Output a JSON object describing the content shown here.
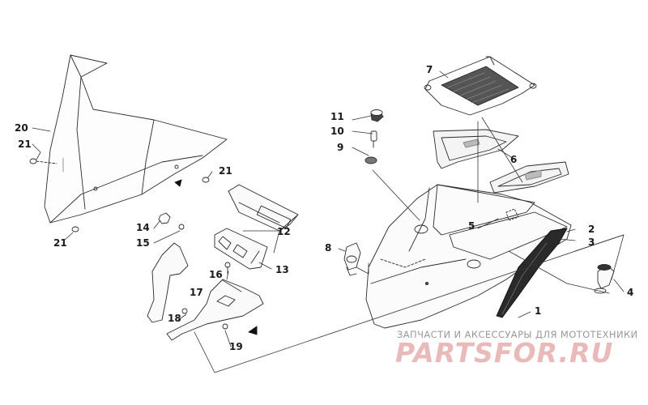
{
  "diagram": {
    "callouts": [
      "1",
      "2",
      "3",
      "4",
      "5",
      "6",
      "7",
      "8",
      "9",
      "10",
      "11",
      "12",
      "13",
      "14",
      "15",
      "16",
      "17",
      "18",
      "19",
      "20",
      "21",
      "21",
      "21",
      "21"
    ]
  },
  "watermark": {
    "caption": "ЗАПЧАСТИ И АКСЕССУАРЫ ДЛЯ МОТОТЕХНИКИ",
    "logo_text": "PARTSFOR.RU",
    "logo_color": "#e5a8a8"
  }
}
